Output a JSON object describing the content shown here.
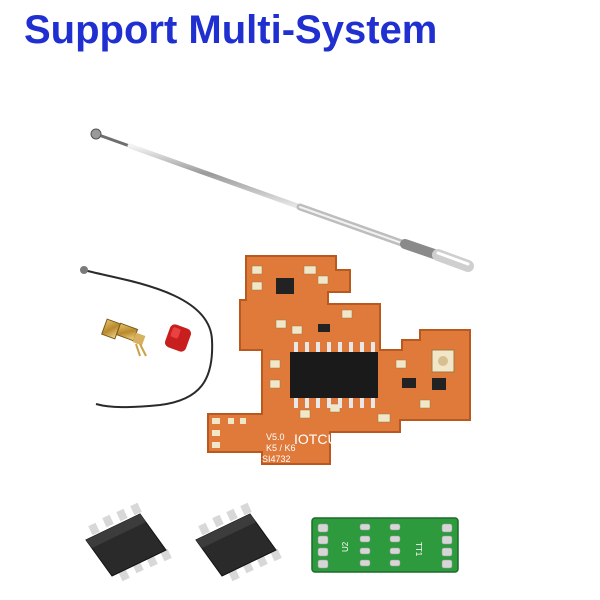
{
  "header": {
    "title": "Support Multi-System"
  },
  "pcb": {
    "version": "V5.0",
    "model": "K5 / K6",
    "chip": "SI4732",
    "brand": "IOTCU"
  },
  "small_board": {
    "label_left": "U2",
    "label_right": "TT1"
  },
  "colors": {
    "title": "#1f2fd0",
    "pcb_copper": "#e07a3a",
    "pcb_small": "#2e9a3e",
    "chip_body": "#1a1a1a"
  }
}
